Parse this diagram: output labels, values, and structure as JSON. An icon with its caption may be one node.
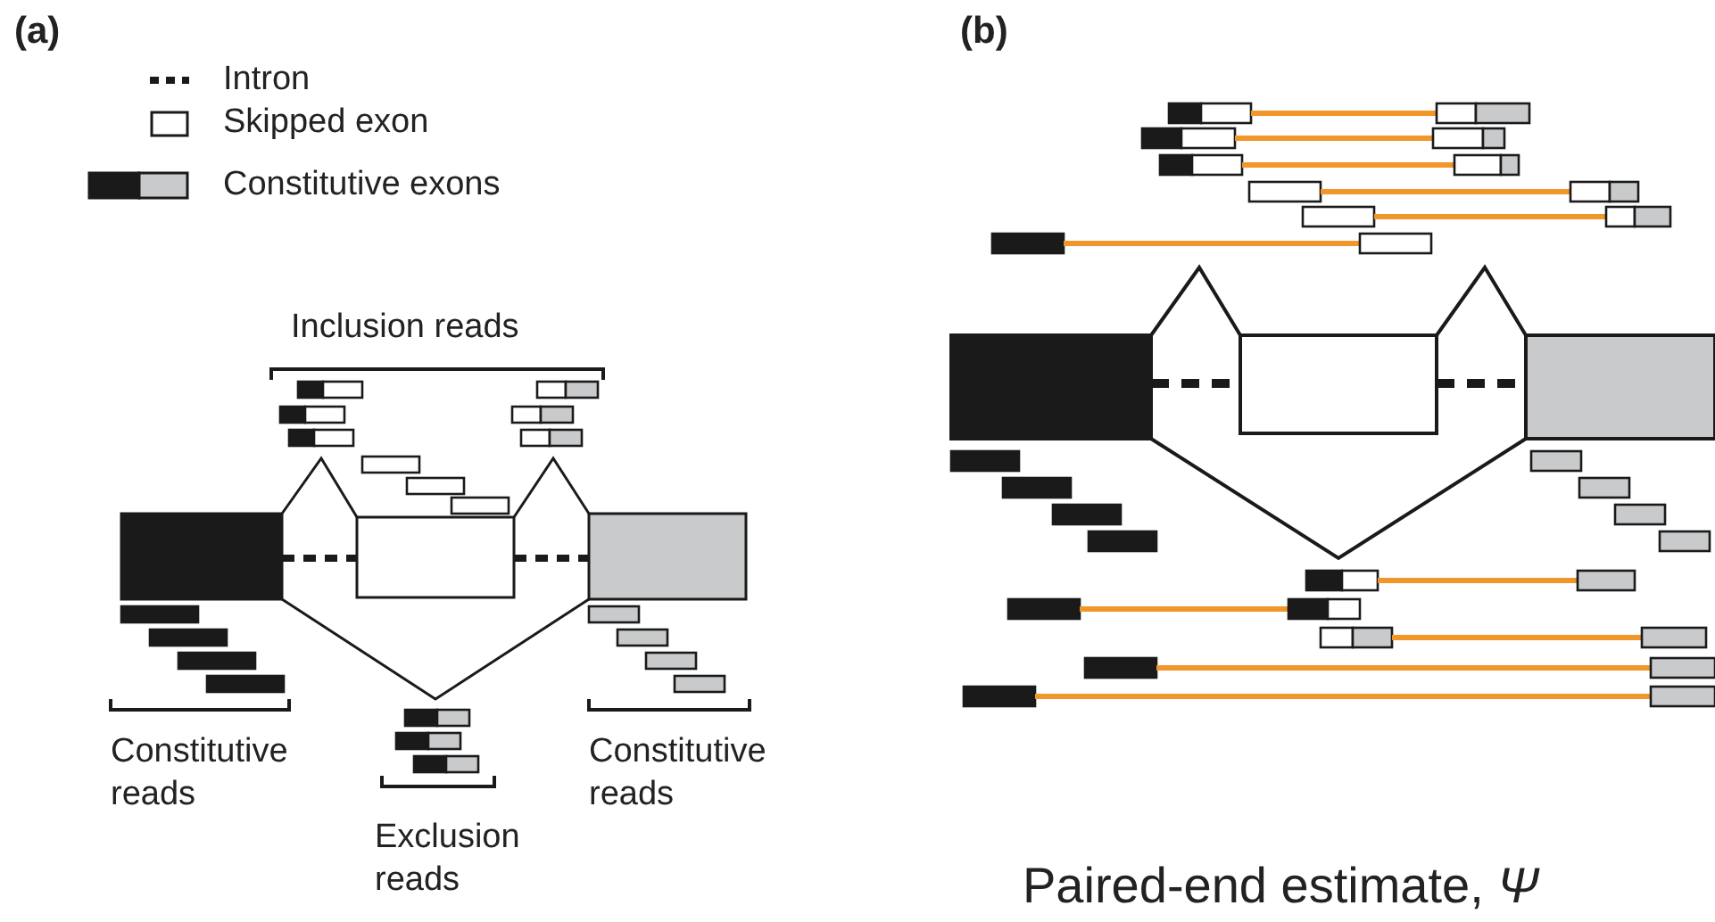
{
  "diagram": {
    "labels": [
      "(a)",
      "(b)",
      "Inclusion reads",
      "Constitutive reads",
      "Exclusion reads",
      "Constitutive reads",
      "Paired-end estimate, *Ψ*"
    ],
    "legend": [
      {
        "text": "Intron"
      },
      {
        "text": "Skipped exon"
      },
      {
        "text": "Constitutive exons"
      }
    ]
  }
}
